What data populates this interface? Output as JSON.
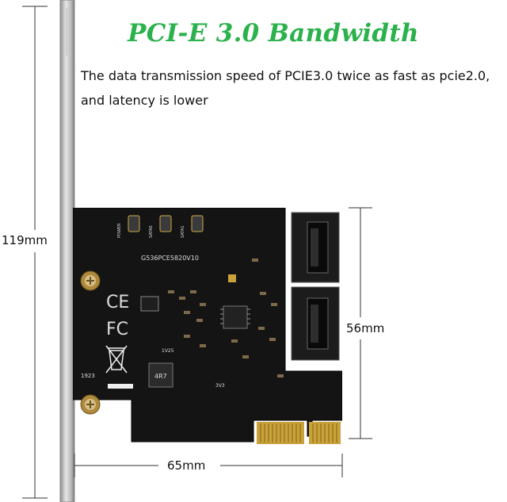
{
  "title": "PCI-E 3.0 Bandwidth",
  "description": "The data transmission speed of PCIE3.0 twice as fast as pcie2.0,\nand latency is lower",
  "dimensions": {
    "height": "119mm",
    "connector_height": "56mm",
    "width": "65mm"
  },
  "board": {
    "model": "G536PCE5820V10",
    "led_labels": [
      "POWER",
      "SATA0",
      "SATA1"
    ],
    "ce_mark": "CE",
    "fcc_mark": "FC",
    "date_code": "1923",
    "inductor": "4R7",
    "voltage_1": "1V25",
    "voltage_2": "3V3"
  },
  "colors": {
    "title": "#2bb24c",
    "pcb": "#141414",
    "gold": "#c9a23a"
  }
}
